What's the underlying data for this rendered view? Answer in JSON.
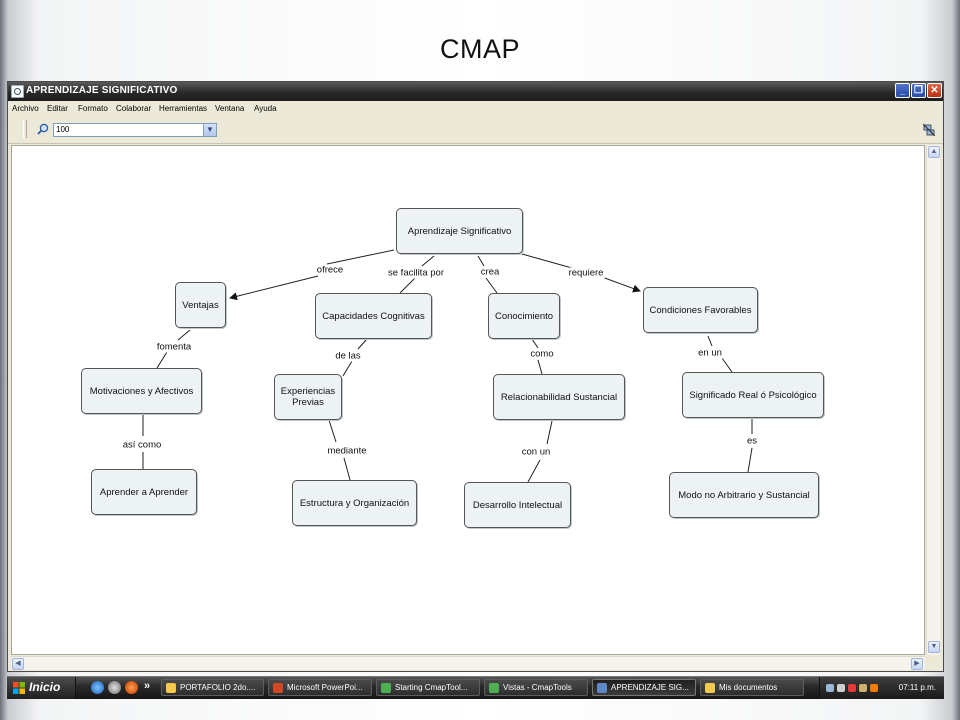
{
  "slide": {
    "title": "CMAP"
  },
  "window": {
    "title": "APRENDIZAJE SIGNIFICATIVO",
    "minimize": "_",
    "restore": "❐",
    "close": "✕"
  },
  "menu": [
    "Archivo",
    "Editar",
    "Formato",
    "Colaborar",
    "Herramientas",
    "Ventana",
    "Ayuda"
  ],
  "toolbar": {
    "zoom_value": "100"
  },
  "concept_map": {
    "nodes": {
      "aprendizaje": "Aprendizaje Significativo",
      "ventajas": "Ventajas",
      "capacidades": "Capacidades Cognitivas",
      "conocimiento": "Conocimiento",
      "condiciones": "Condiciones Favorables",
      "motivaciones": "Motivaciones y Afectivos",
      "experiencias": "Experiencias Previas",
      "relacionabilidad": "Relacionabilidad Sustancial",
      "significado": "Significado Real ó Psicológico",
      "aprender": "Aprender a Aprender",
      "estructura": "Estructura y Organización",
      "desarrollo": "Desarrollo Intelectual",
      "modo": "Modo no Arbitrario y Sustancial"
    },
    "links": {
      "ofrece": "ofrece",
      "facilita": "se facilita por",
      "crea": "crea",
      "requiere": "requiere",
      "fomenta": "fomenta",
      "delas": "de las",
      "como": "como",
      "enun": "en un",
      "asicomo": "así como",
      "mediante": "mediante",
      "conun": "con un",
      "es": "es"
    }
  },
  "taskbar": {
    "start": "Inicio",
    "overflow": "»",
    "tasks": [
      "PORTAFOLIO 2do....",
      "Microsoft PowerPoi...",
      "Starting CmapTool...",
      "Vistas - CmapTools",
      "APRENDIZAJE SIG...",
      "Mis documentos"
    ],
    "clock": "07:11 p.m."
  }
}
